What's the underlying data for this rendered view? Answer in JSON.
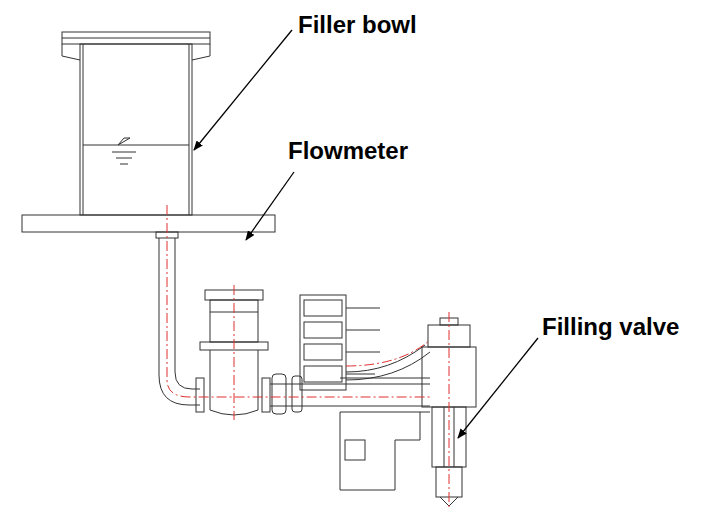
{
  "diagram": {
    "labels": [
      "Filler bowl",
      "Flowmeter",
      "Filling valve"
    ]
  }
}
